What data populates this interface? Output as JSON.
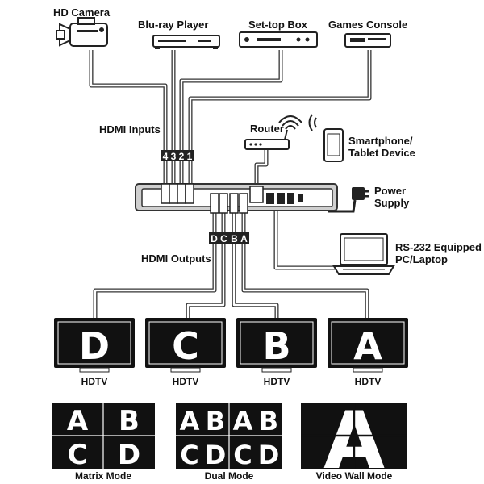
{
  "sources": {
    "hd_camera": "HD Camera",
    "bluray": "Blu-ray Player",
    "settop": "Set-top Box",
    "games": "Games Console"
  },
  "labels": {
    "hdmi_inputs": "HDMI Inputs",
    "hdmi_outputs": "HDMI Outputs",
    "router": "Router",
    "smartphone_line1": "Smartphone/",
    "smartphone_line2": "Tablet Device",
    "power_line1": "Power",
    "power_line2": "Supply",
    "rs232_line1": "RS-232 Equipped",
    "rs232_line2": "PC/Laptop"
  },
  "input_ports": [
    "4",
    "3",
    "2",
    "1"
  ],
  "output_ports": [
    "D",
    "C",
    "B",
    "A"
  ],
  "displays": [
    {
      "letter": "D",
      "label": "HDTV"
    },
    {
      "letter": "C",
      "label": "HDTV"
    },
    {
      "letter": "B",
      "label": "HDTV"
    },
    {
      "letter": "A",
      "label": "HDTV"
    }
  ],
  "modes": {
    "matrix": {
      "label": "Matrix Mode",
      "letters": [
        "A",
        "B",
        "C",
        "D"
      ]
    },
    "dual": {
      "label": "Dual Mode",
      "letters": [
        "A",
        "B",
        "A",
        "B",
        "C",
        "D",
        "C",
        "D"
      ]
    },
    "videowall": {
      "label": "Video Wall Mode",
      "letter": "A"
    }
  }
}
